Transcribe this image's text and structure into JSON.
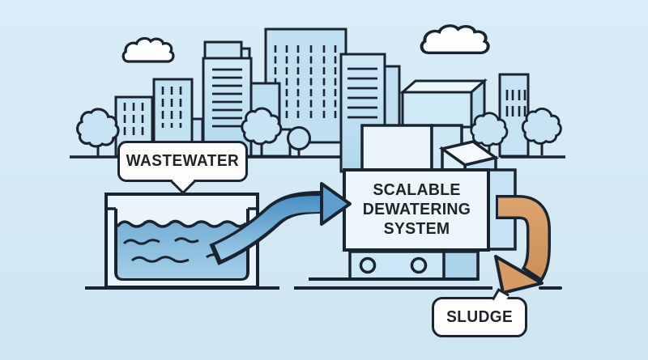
{
  "title": "Wastewater to scalable dewatering system process illustration",
  "labels": {
    "wastewater": "WASTEWATER",
    "sludge": "SLUDGE"
  },
  "machine_label": {
    "line1": "SCALABLE",
    "line2": "DEWATERING",
    "line3": "SYSTEM"
  },
  "icons": {
    "flow_arrow": "curved-right-arrow",
    "sludge_arrow": "curved-down-arrow",
    "background": "city-skyline-with-trees-and-clouds"
  },
  "colors": {
    "sky": "#d4e9f4",
    "outline": "#1a2330",
    "building_fill": "#c6e3f3",
    "cloud_fill": "#fdfefe",
    "bubble_fill": "#fdfdfd",
    "tank_fill": "#e9f4fb",
    "water_top": "#74add4",
    "water_bottom": "#a4cfe8",
    "flow_arrow_blue": "#5f9fd0",
    "sludge_arrow_orange": "#d79c63",
    "text": "#202428"
  }
}
